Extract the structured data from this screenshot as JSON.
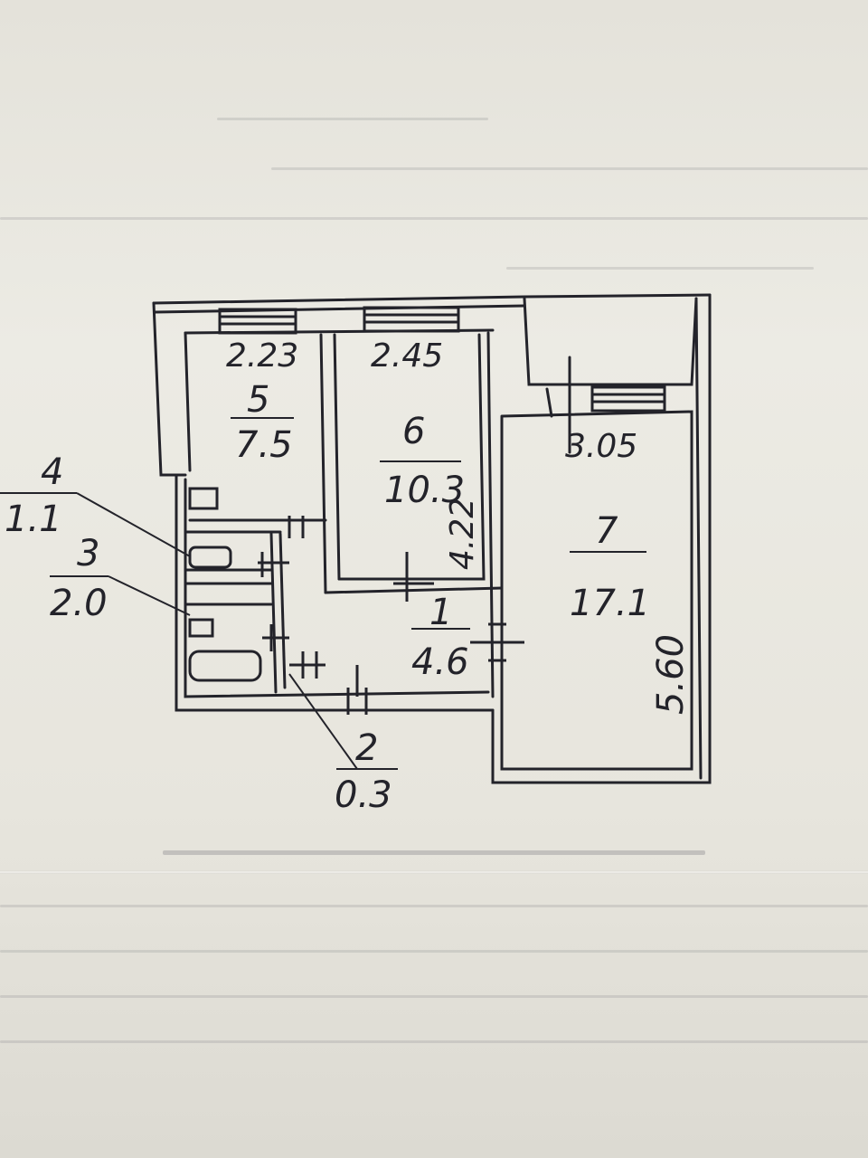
{
  "rooms": [
    {
      "number": "1",
      "area": "4.6"
    },
    {
      "number": "2",
      "area": "0.3"
    },
    {
      "number": "3",
      "area": "2.0"
    },
    {
      "number": "4",
      "area": "1.1"
    },
    {
      "number": "5",
      "area": "7.5"
    },
    {
      "number": "6",
      "area": "10.3"
    },
    {
      "number": "7",
      "area": "17.1"
    }
  ],
  "dimensions": {
    "room5_width": "2.23",
    "room6_width": "2.45",
    "room6_depth": "4.22",
    "room7_width": "3.05",
    "room7_depth": "5.60"
  },
  "colors": {
    "ink": "#23232a",
    "paper": "#e9e6dd"
  }
}
